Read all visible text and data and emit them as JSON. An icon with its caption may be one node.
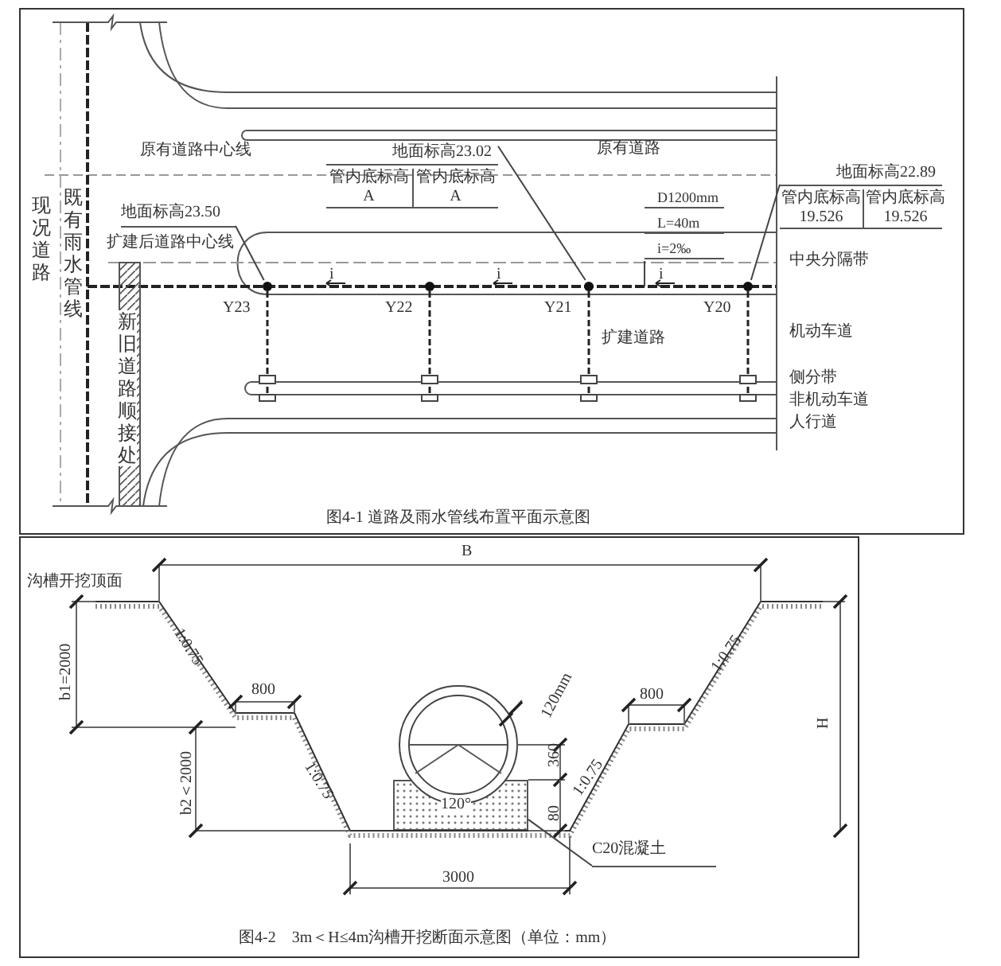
{
  "diagram": {
    "nodes": [
      {
        "text": [
          "地面标高23.50"
        ]
      },
      {
        "text": [
          "Y23"
        ]
      },
      {
        "text": [
          "地面标高23.02",
          "管内底标高 A",
          "管内底标高 A"
        ]
      },
      {
        "text": [
          "Y22"
        ]
      },
      {
        "text": [
          "Y21"
        ]
      },
      {
        "text": [
          "地面标高22.89",
          "管内底标高 19.526",
          "管内底标高 19.526"
        ]
      },
      {
        "text": [
          "Y20"
        ]
      },
      {
        "text": [
          "D1200mm",
          "L=40m",
          "i=2‰"
        ]
      },
      {
        "text": [
          "C20混凝土"
        ]
      },
      {
        "text": [],
        "shape": "box"
      }
    ],
    "edges": [
      {
        "from": 0,
        "to": 1,
        "arrow": "none"
      },
      {
        "from": 2,
        "to": 4,
        "arrow": "none"
      },
      {
        "from": 5,
        "to": 6,
        "arrow": "none"
      },
      {
        "from": 7,
        "to": null,
        "arrow": "none"
      },
      {
        "from": 8,
        "to": 9,
        "arrow": "none"
      }
    ],
    "labels": [
      "原有道路中心线",
      "原有道路",
      "现况道路",
      "既有雨水管线",
      "扩建后道路中心线",
      "新旧道路顺接处",
      "中央分隔带",
      "i",
      "i",
      "i",
      "扩建道路",
      "机动车道",
      "侧分带",
      "非机动车道",
      "人行道",
      "图4-1 道路及雨水管线布置平面示意图",
      "B",
      "沟槽开挖顶面",
      "1:0.75",
      "800",
      "1:0.75",
      "b1=2000",
      "b2＜2000",
      "120mm",
      "120°",
      "360",
      "80",
      "1:0.75",
      "800",
      "1:0.75",
      "H",
      "3000",
      "图4-2　3m＜H≤4m沟槽开挖断面示意图（单位：mm）"
    ]
  }
}
